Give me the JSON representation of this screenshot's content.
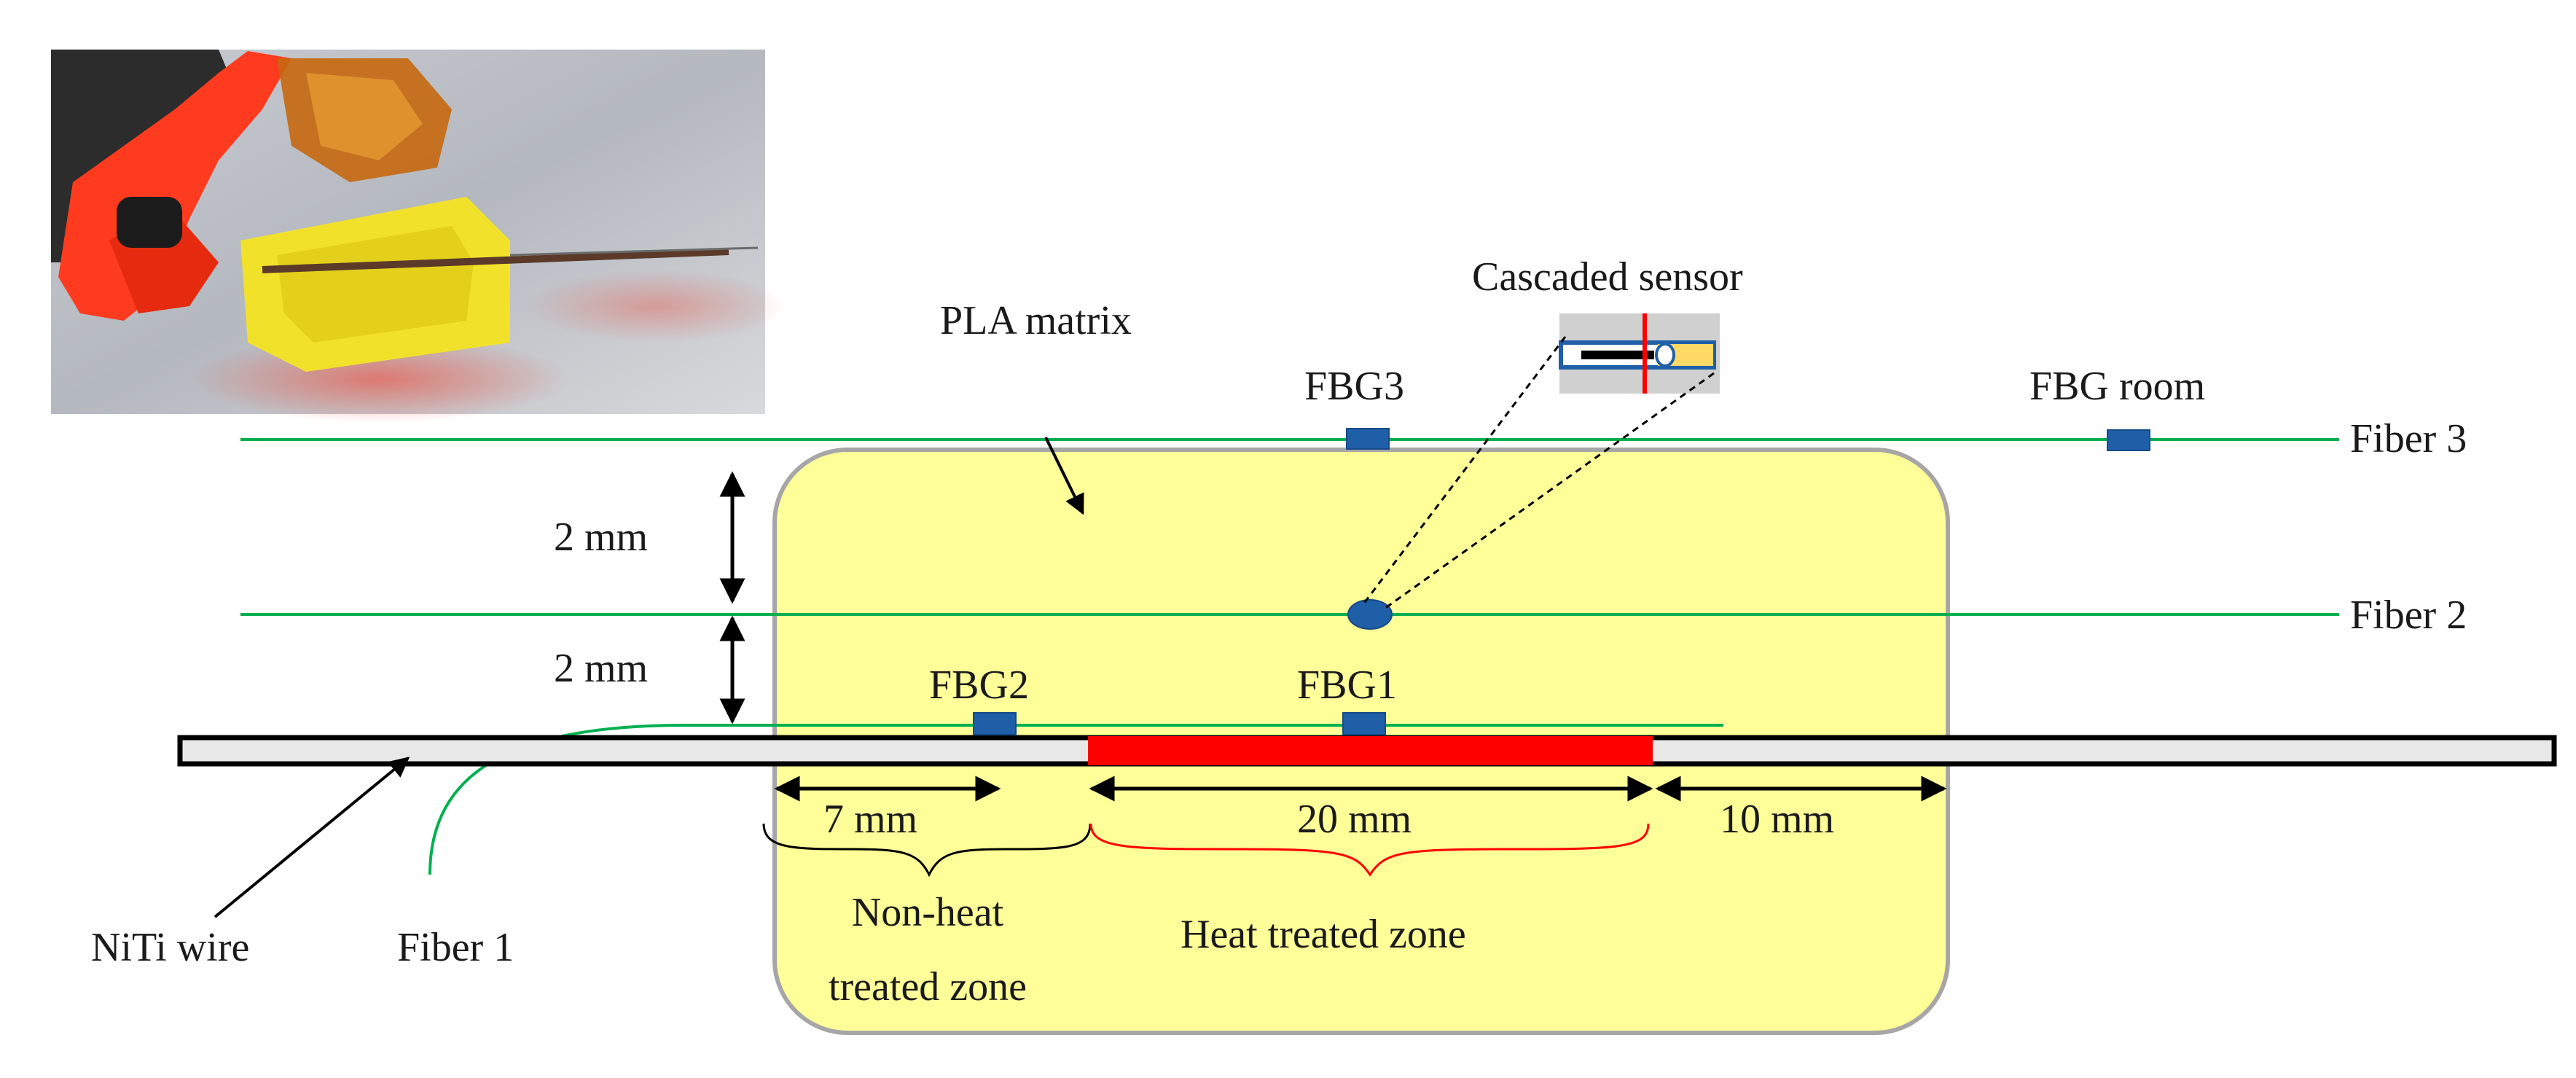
{
  "labels": {
    "pla_matrix": "PLA matrix",
    "cascaded_sensor": "Cascaded sensor",
    "fbg3": "FBG3",
    "fbg_room": "FBG room",
    "fiber3": "Fiber 3",
    "fiber2": "Fiber 2",
    "fiber1": "Fiber 1",
    "spacing_top": "2 mm",
    "spacing_bottom": "2 mm",
    "fbg2": "FBG2",
    "fbg1": "FBG1",
    "dim_7": "7 mm",
    "dim_20": "20 mm",
    "dim_10": "10 mm",
    "niti_wire": "NiTi wire",
    "non_heat_line1": "Non-heat",
    "non_heat_line2": "treated zone",
    "heat_treated_zone": "Heat treated zone"
  },
  "colors": {
    "pla_fill": "#ffff99",
    "pla_stroke": "#a6a6a6",
    "fiber": "#00b050",
    "fbg": "#1f5fa8",
    "heat_zone": "#ff0000",
    "wire_fill": "#e8e8e8",
    "brace_red": "#ff0000",
    "brace_black": "#000000"
  },
  "photo": {
    "description_icon": "photo-icon"
  }
}
